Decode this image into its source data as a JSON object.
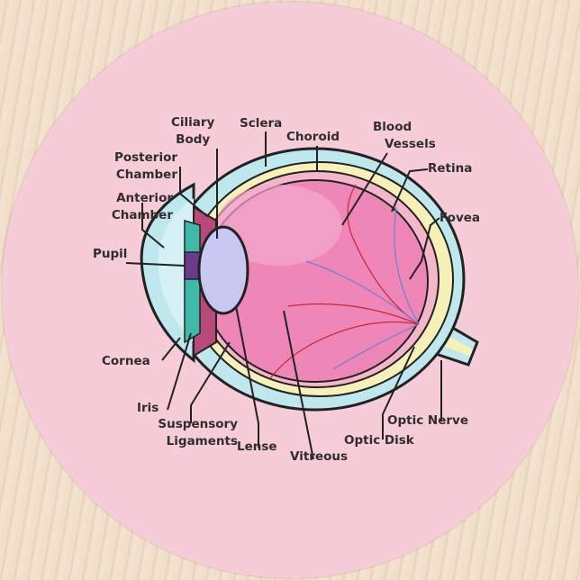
{
  "labels": {
    "ciliary_body": [
      "Ciliary",
      "Body"
    ],
    "sclera": "Sclera",
    "choroid": "Choroid",
    "blood_vessels": [
      "Blood",
      "Vessels"
    ],
    "posterior_chamber": [
      "Posterior",
      "Chamber"
    ],
    "retina": "Retina",
    "anterior_chamber": [
      "Anterior",
      "Chamber"
    ],
    "fovea": "Fovea",
    "pupil": "Pupil",
    "cornea": "Cornea",
    "iris": "Iris",
    "suspensory_ligaments": [
      "Suspensory",
      "Ligaments"
    ],
    "lense": "Lense",
    "vitreous": "Vitreous",
    "optic_nerve": "Optic Nerve",
    "optic_disk": "Optic Disk"
  },
  "colors": {
    "coaster": "#f5ccd8",
    "sclera": "#bfe8ee",
    "choroid": "#f7f0b8",
    "vitreous": "#ee86b8",
    "lens": "#c9c8f2",
    "iris": "#6a3a8c",
    "vein": "#6b7fd6",
    "artery": "#c8282e"
  }
}
